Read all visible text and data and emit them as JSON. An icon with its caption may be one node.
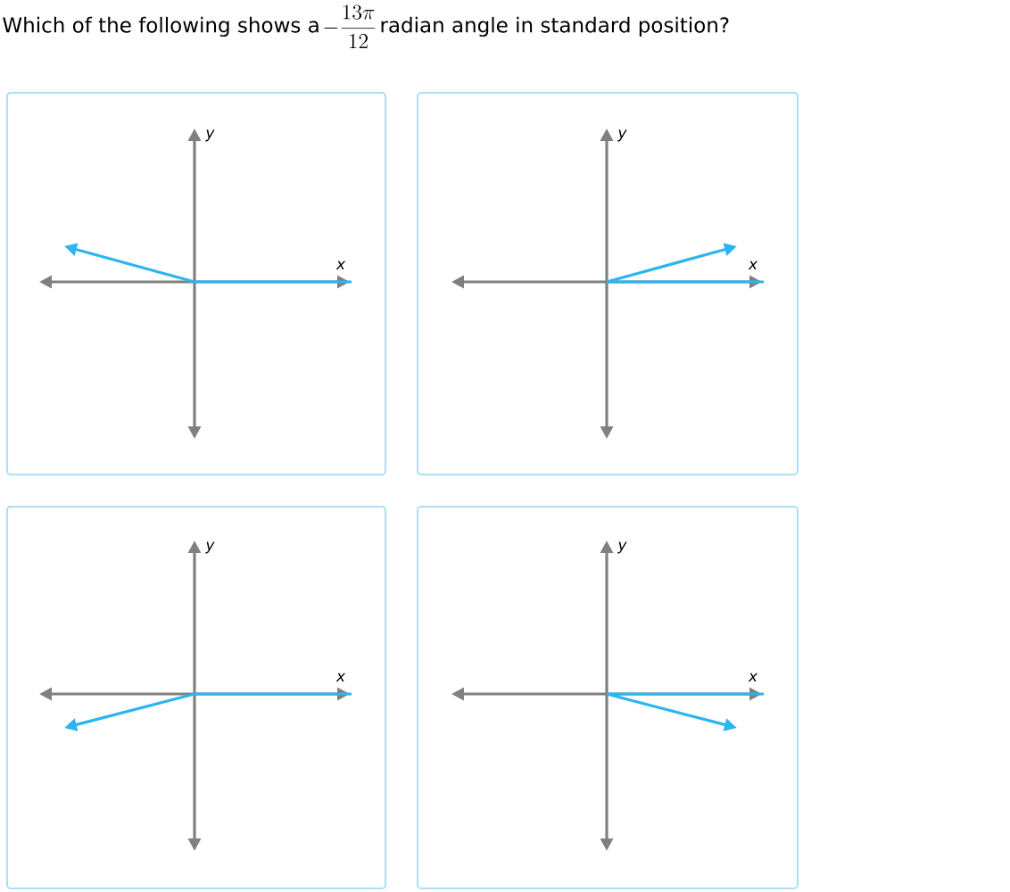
{
  "diagram": {
    "nodes": [
      {
        "text": [
          "y",
          "x"
        ]
      },
      {
        "text": [
          "y",
          "x"
        ]
      },
      {
        "text": [
          "y",
          "x"
        ]
      },
      {
        "text": [
          "y",
          "x"
        ]
      }
    ],
    "labels": [
      "Which of the following shows a",
      "-\\frac{13\\pi}{12}",
      "radian angle in standard position?"
    ]
  }
}
